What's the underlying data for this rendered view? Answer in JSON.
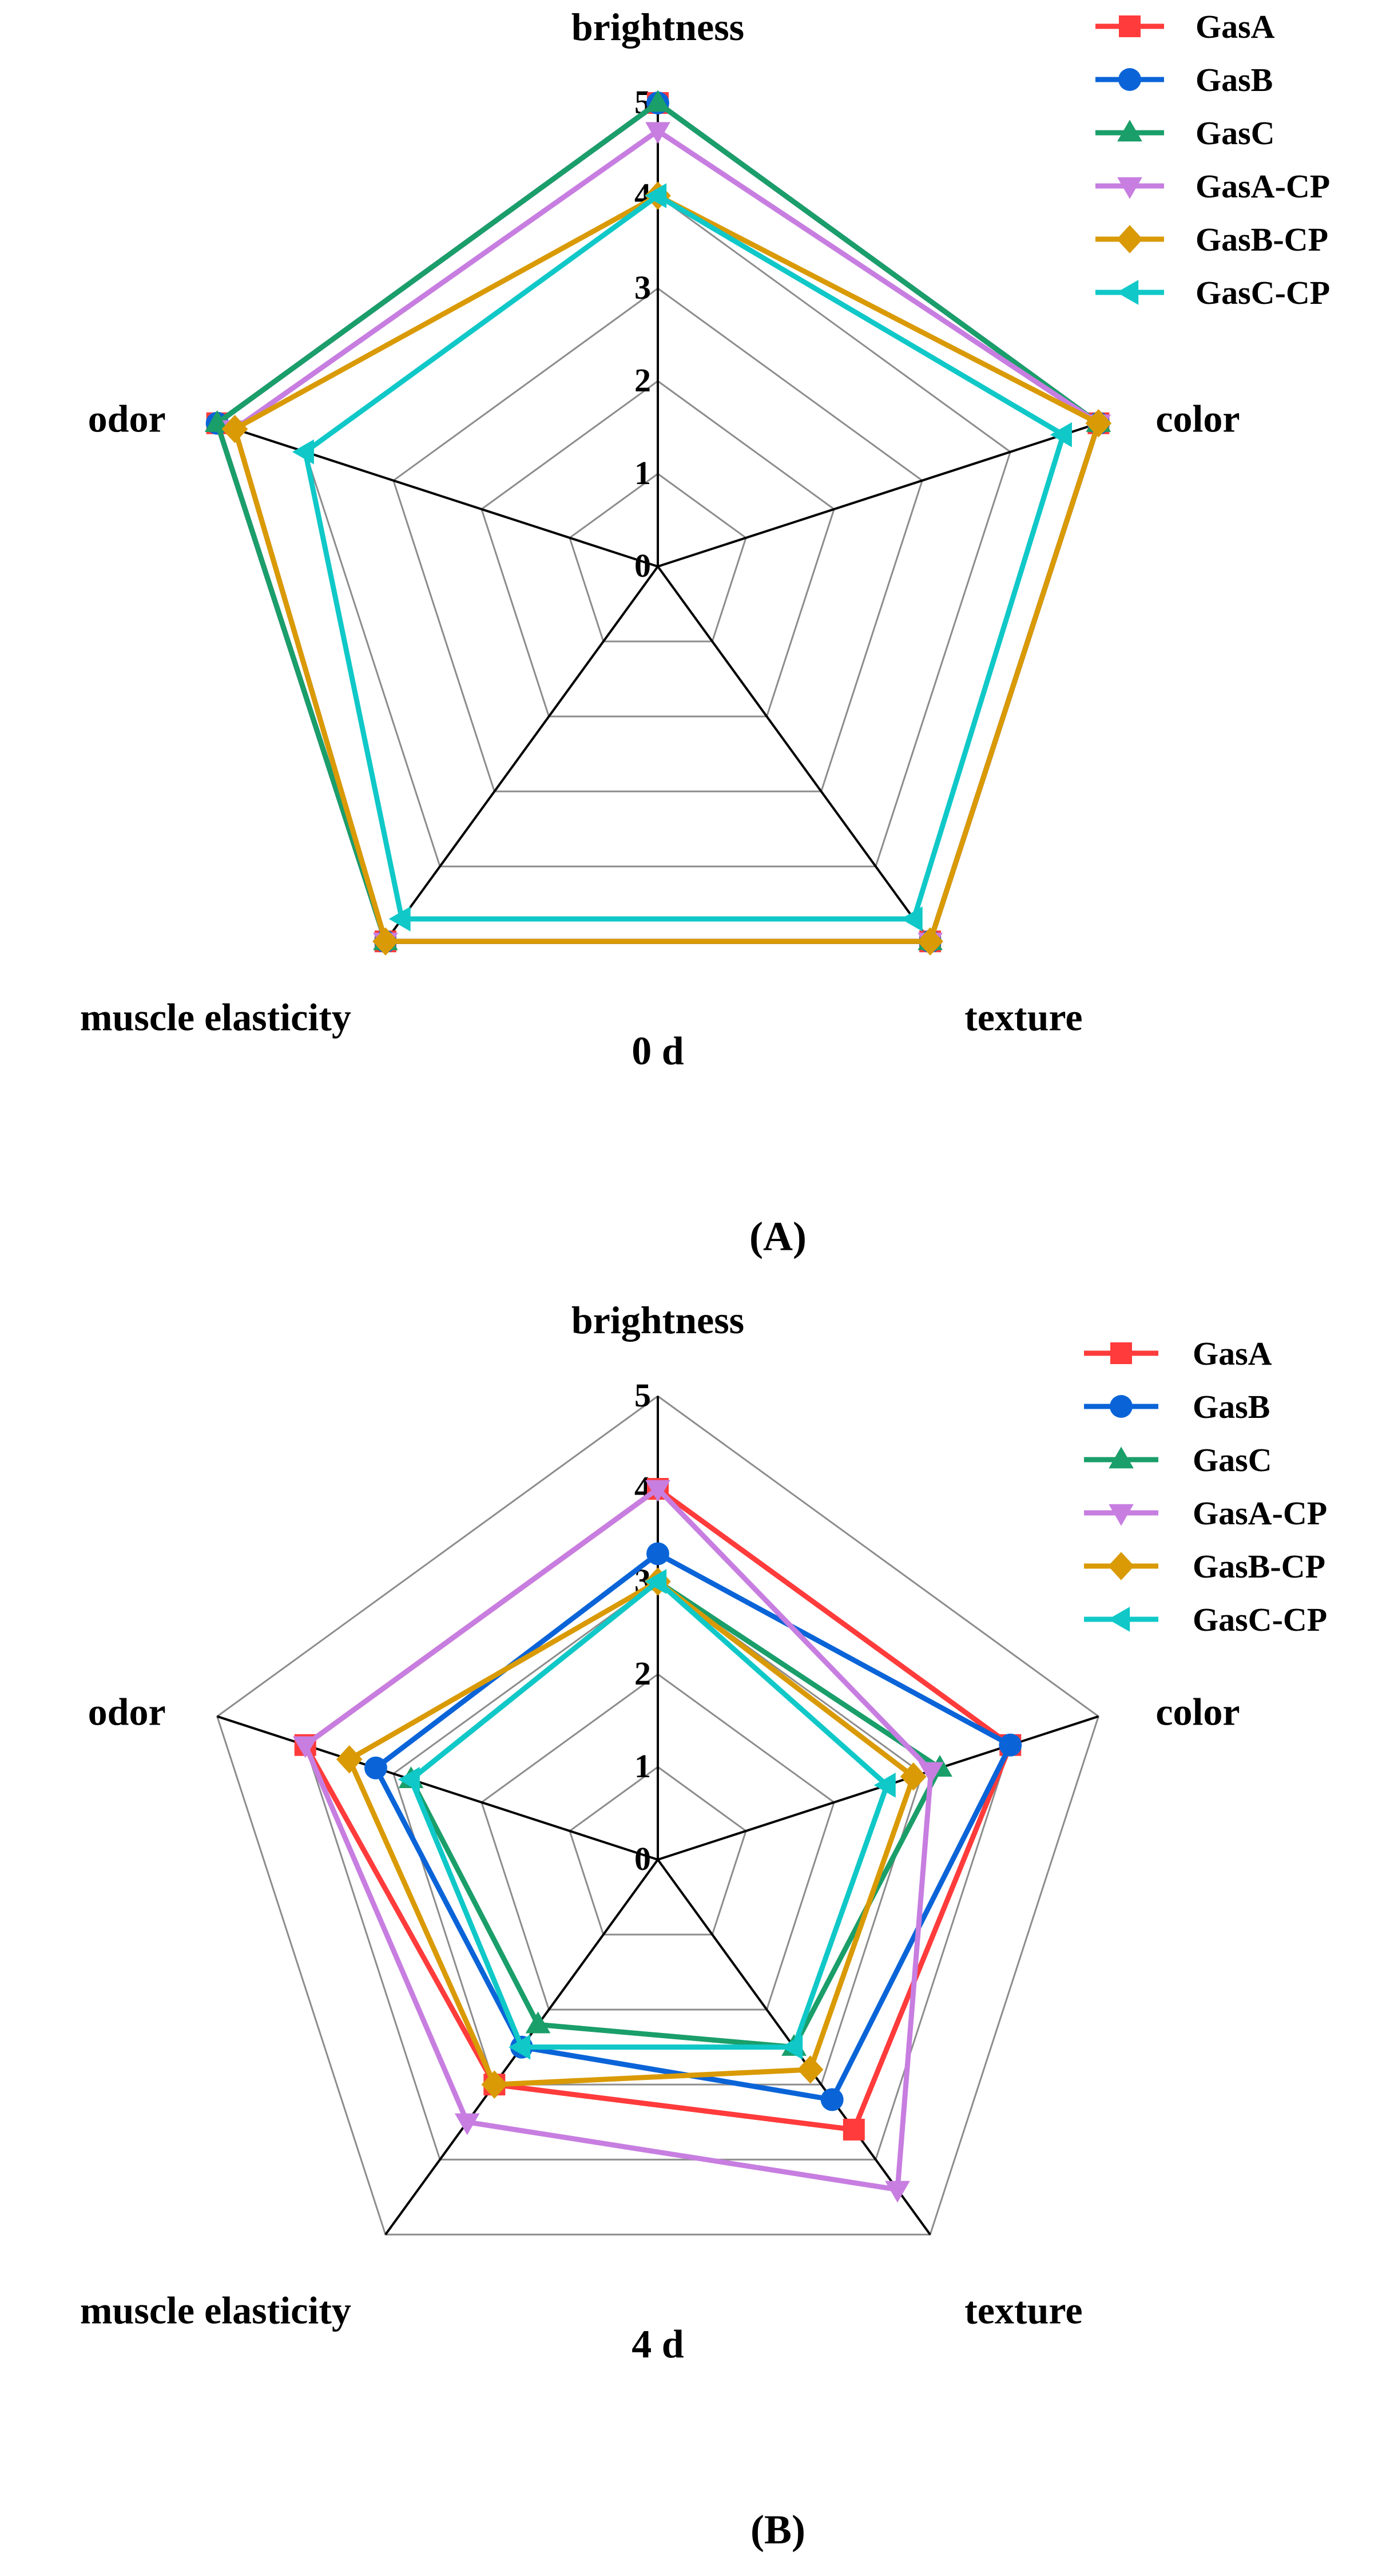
{
  "chart_data": [
    {
      "type": "radar",
      "panel_label": "(A)",
      "caption": "0 d",
      "axes": [
        "brightness",
        "color",
        "texture",
        "muscle elasticity",
        "odor"
      ],
      "range": [
        0,
        5
      ],
      "ticks": [
        "0",
        "1",
        "2",
        "3",
        "4",
        "5"
      ],
      "grid": true,
      "legend_position": "top-right",
      "series": [
        {
          "name": "GasA",
          "values": [
            5,
            5,
            5,
            5,
            5
          ]
        },
        {
          "name": "GasB",
          "values": [
            5,
            5,
            5,
            5,
            5
          ]
        },
        {
          "name": "GasC",
          "values": [
            5,
            5,
            5,
            5,
            5
          ]
        },
        {
          "name": "GasA-CP",
          "values": [
            4.7,
            5,
            5,
            5,
            4.8
          ]
        },
        {
          "name": "GasB-CP",
          "values": [
            4,
            5,
            5,
            5,
            4.8
          ]
        },
        {
          "name": "GasC-CP",
          "values": [
            4,
            4.6,
            4.7,
            4.7,
            4
          ]
        }
      ]
    },
    {
      "type": "radar",
      "panel_label": "(B)",
      "caption": "4 d",
      "axes": [
        "brightness",
        "color",
        "texture",
        "muscle elasticity",
        "odor"
      ],
      "range": [
        0,
        5
      ],
      "ticks": [
        "0",
        "1",
        "2",
        "3",
        "4",
        "5"
      ],
      "grid": true,
      "legend_position": "top-right",
      "series": [
        {
          "name": "GasA",
          "values": [
            4,
            4,
            3.6,
            3,
            4
          ]
        },
        {
          "name": "GasB",
          "values": [
            3.3,
            4,
            3.2,
            2.5,
            3.2
          ]
        },
        {
          "name": "GasC",
          "values": [
            3,
            3.2,
            2.5,
            2.2,
            2.8
          ]
        },
        {
          "name": "GasA-CP",
          "values": [
            4,
            3.1,
            4.4,
            3.5,
            4
          ]
        },
        {
          "name": "GasB-CP",
          "values": [
            3,
            2.9,
            2.8,
            3,
            3.5
          ]
        },
        {
          "name": "GasC-CP",
          "values": [
            3,
            2.6,
            2.5,
            2.5,
            2.8
          ]
        }
      ]
    }
  ],
  "series_styles": [
    {
      "color": "#ff3b3b",
      "marker": "square"
    },
    {
      "color": "#0a64d8",
      "marker": "circle"
    },
    {
      "color": "#1a9e6a",
      "marker": "triangle-up"
    },
    {
      "color": "#c77ee0",
      "marker": "triangle-down"
    },
    {
      "color": "#d99a05",
      "marker": "diamond"
    },
    {
      "color": "#10c8c8",
      "marker": "triangle-left"
    }
  ]
}
